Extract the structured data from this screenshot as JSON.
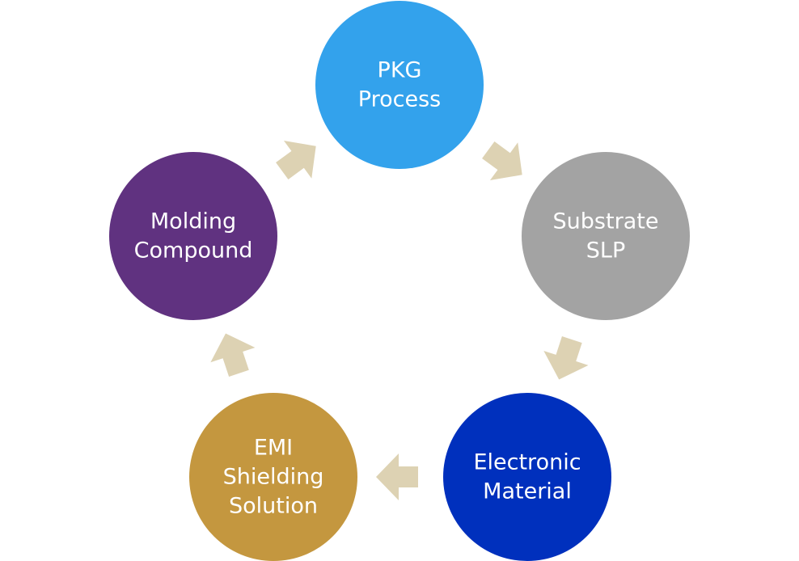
{
  "colors": {
    "arrow": "#ddd2b3",
    "label": "#ffffff"
  },
  "nodes": [
    {
      "id": "pkg-process",
      "lines": [
        "PKG",
        "Process"
      ],
      "color": "#33a2ec"
    },
    {
      "id": "substrate-slp",
      "lines": [
        "Substrate",
        "SLP"
      ],
      "color": "#a3a3a3"
    },
    {
      "id": "electronic-material",
      "lines": [
        "Electronic",
        "Material"
      ],
      "color": "#0030bd"
    },
    {
      "id": "emi-shielding-solution",
      "lines": [
        "EMI",
        "Shielding",
        "Solution"
      ],
      "color": "#c4973f"
    },
    {
      "id": "molding-compound",
      "lines": [
        "Molding",
        "Compound"
      ],
      "color": "#603280"
    }
  ],
  "cycle": [
    {
      "from": "pkg-process",
      "to": "substrate-slp"
    },
    {
      "from": "substrate-slp",
      "to": "electronic-material"
    },
    {
      "from": "electronic-material",
      "to": "emi-shielding-solution"
    },
    {
      "from": "emi-shielding-solution",
      "to": "molding-compound"
    },
    {
      "from": "molding-compound",
      "to": "pkg-process"
    }
  ]
}
